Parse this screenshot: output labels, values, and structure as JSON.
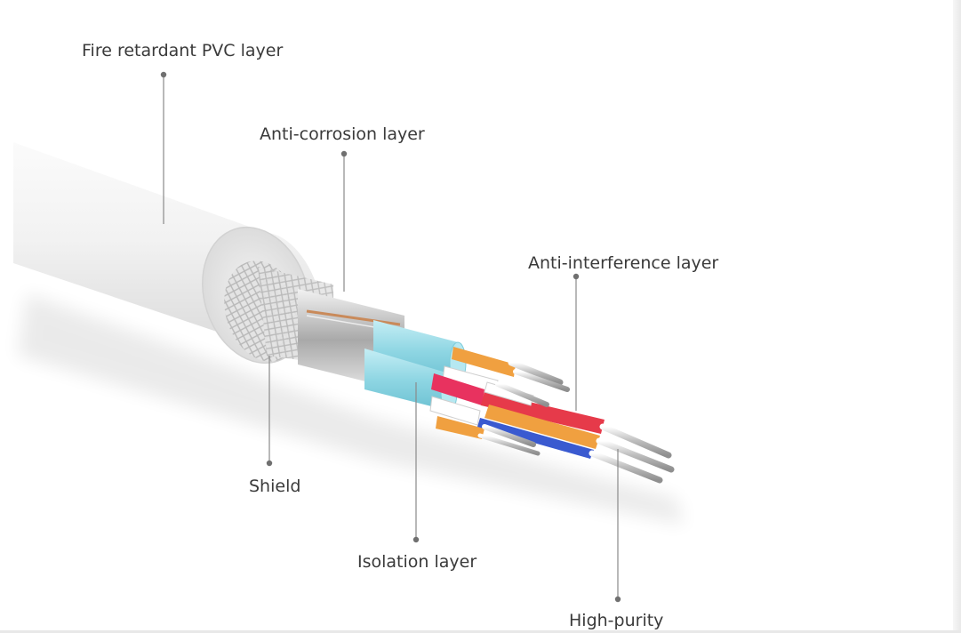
{
  "labels": {
    "pvc_layer": "Fire retardant PVC layer",
    "anti_corrosion": "Anti-corrosion layer",
    "anti_interference": "Anti-interference layer",
    "shield": "Shield",
    "isolation": "Isolation layer",
    "high_purity": "High-purity"
  },
  "colors": {
    "jacket": "#efefef",
    "braid": "#d9d9d9",
    "foil": "#c4c4c4",
    "isolation": "#8fd6e3",
    "orange": "#f0a040",
    "red": "#e63a4a",
    "pink": "#e8325f",
    "blue": "#3a5ad0",
    "copper_wire": "#d8d8d8",
    "callout_line": "#8a8a8a",
    "text": "#3a3a3a"
  }
}
